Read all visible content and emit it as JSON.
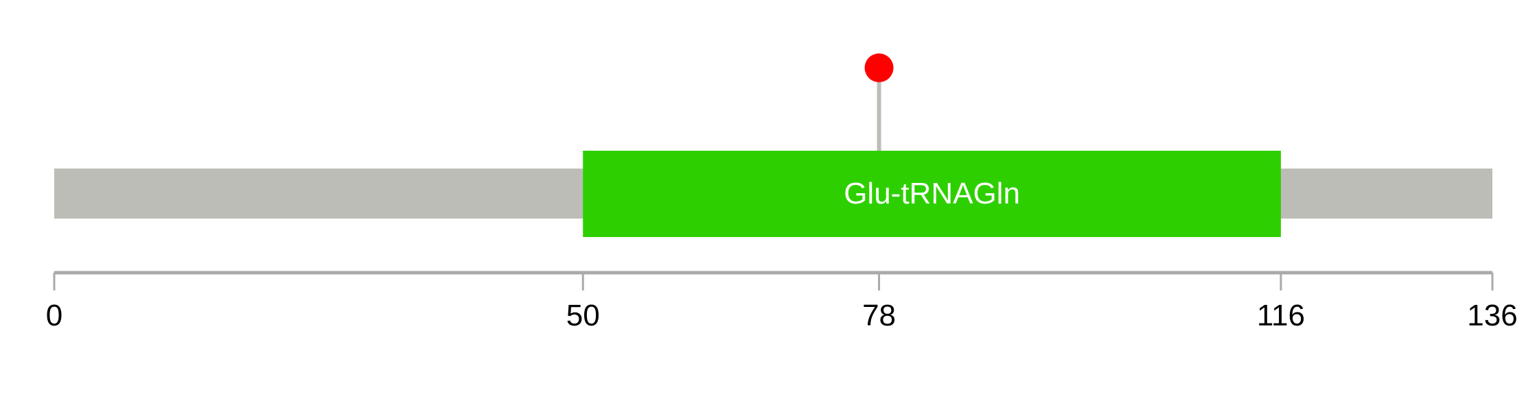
{
  "chart_data": {
    "type": "lollipop-domain",
    "protein_length": 136,
    "xlim": [
      0,
      136
    ],
    "backbone_color": "#bbbdb6",
    "domains": [
      {
        "name": "Glu-tRNAGln",
        "start": 50,
        "end": 116,
        "color": "#2ecf00",
        "label_color": "#ffffff"
      }
    ],
    "mutations": [
      {
        "position": 78,
        "color": "#ff0000",
        "stem_color": "#bbbdb6"
      }
    ],
    "axis": {
      "ticks": [
        0,
        50,
        78,
        116,
        136
      ],
      "tick_labels": [
        "0",
        "50",
        "78",
        "116",
        "136"
      ],
      "color": "#aaaaaa"
    }
  }
}
